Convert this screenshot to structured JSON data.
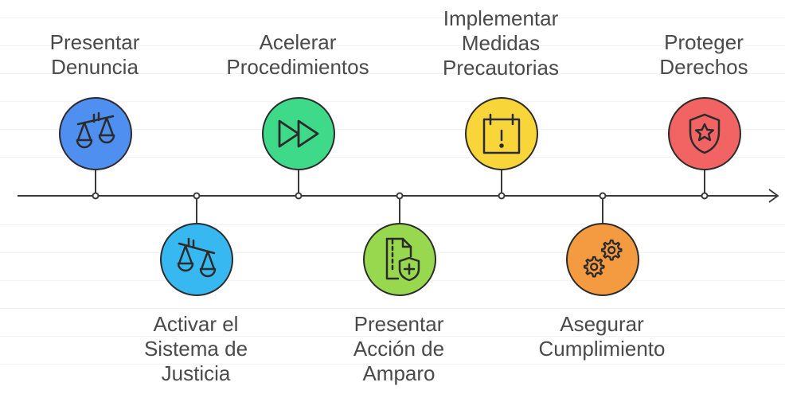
{
  "colors": {
    "blue": "#4f8ff0",
    "sky": "#38b8f0",
    "green": "#3fd98a",
    "lime": "#97d84f",
    "yellow": "#f8d63a",
    "orange": "#f49a40",
    "red": "#f26363"
  },
  "steps": [
    {
      "lines": [
        "Presentar",
        "Denuncia"
      ],
      "icon": "balance-scale-icon"
    },
    {
      "lines": [
        "Activar el",
        "Sistema de",
        "Justicia"
      ],
      "icon": "balance-scale-icon"
    },
    {
      "lines": [
        "Acelerar",
        "Procedimientos"
      ],
      "icon": "fast-forward-icon"
    },
    {
      "lines": [
        "Presentar",
        "Acción de",
        "Amparo"
      ],
      "icon": "shield-file-icon"
    },
    {
      "lines": [
        "Implementar",
        "Medidas",
        "Precautorias"
      ],
      "icon": "calendar-alert-icon"
    },
    {
      "lines": [
        "Asegurar",
        "Cumplimiento"
      ],
      "icon": "gears-icon"
    },
    {
      "lines": [
        "Proteger",
        "Derechos"
      ],
      "icon": "shield-star-icon"
    }
  ]
}
